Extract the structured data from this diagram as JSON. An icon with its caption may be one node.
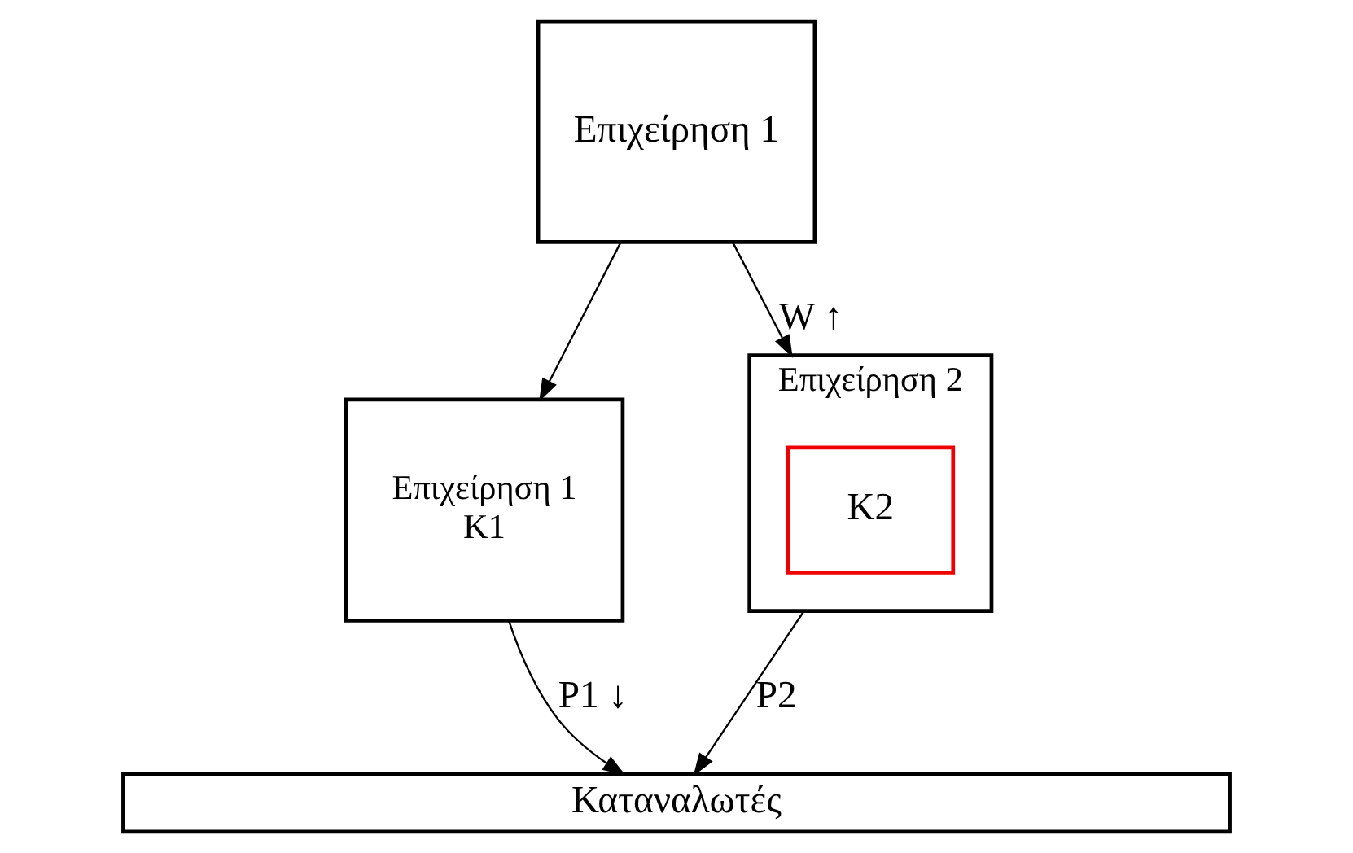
{
  "diagram": {
    "nodes": [
      {
        "text": [
          "Επιχείρηση 1"
        ]
      },
      {
        "text": [
          "Επιχείρηση 1",
          "K1"
        ]
      },
      {
        "text": [
          "Επιχείρηση 2"
        ]
      },
      {
        "text": [
          "K2"
        ],
        "in": 2
      },
      {
        "text": [
          "Καταναλωτές"
        ]
      }
    ],
    "edges": [
      {
        "from": 0,
        "to": 1,
        "arrow": "to"
      },
      {
        "from": 0,
        "to": 2,
        "arrow": "to",
        "label": "W ↑"
      },
      {
        "from": 1,
        "to": 4,
        "arrow": "to",
        "label": "P1 ↓"
      },
      {
        "from": 2,
        "to": 4,
        "arrow": "to",
        "label": "P2"
      }
    ]
  }
}
